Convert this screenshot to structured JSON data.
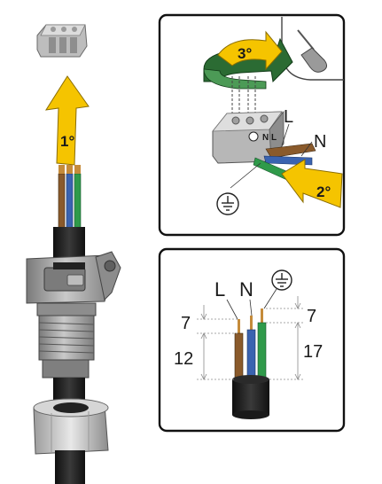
{
  "steps": {
    "step1": "1°",
    "step2": "2°",
    "step3": "3°"
  },
  "terminal_labels": {
    "live": "L",
    "neutral": "N",
    "live_on_block": "L",
    "neutral_on_block": "N"
  },
  "strip_diagram": {
    "live_label": "L",
    "neutral_label": "N",
    "strip_left": "7",
    "strip_right": "7",
    "jacket_left": "12",
    "jacket_right": "17"
  },
  "icons": [
    "ground-symbol-icon",
    "screwdriver-icon",
    "rotation-arrow-icon",
    "insert-arrow-icon"
  ],
  "colors": {
    "arrow_yellow": "#f5c400",
    "rotation_green": "#2b6b33",
    "wire_brown": "#8a5a2b",
    "wire_blue": "#3a63b0",
    "wire_green": "#2f9a4a",
    "cable_black": "#1e1e1e",
    "housing_gray": "#9a9a9a"
  }
}
